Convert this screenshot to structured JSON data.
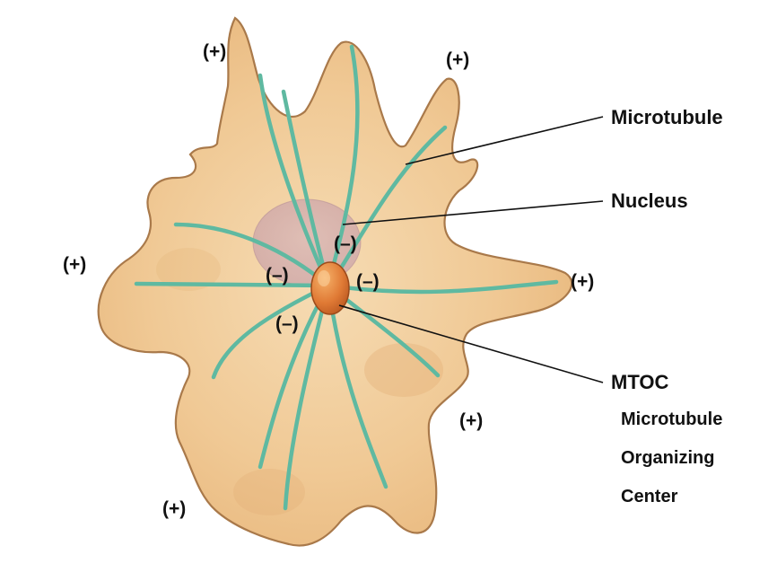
{
  "diagram": {
    "callouts": {
      "microtubule": "Microtubule",
      "nucleus": "Nucleus",
      "mtoc": "MTOC",
      "mtoc_full": [
        "Microtubule",
        "Organizing",
        "Center"
      ]
    },
    "plus_ends": [
      "(+)",
      "(+)",
      "(+)",
      "(+)",
      "(+)",
      "(+)"
    ],
    "minus_ends": [
      "(–)",
      "(–)",
      "(–)",
      "(–)"
    ],
    "colors": {
      "cell_fill": "#f1cc9a",
      "cell_outline": "#a9794a",
      "microtubule": "#5fb9a1",
      "nucleus": "#c9a6b2",
      "mtoc": "#e2823c",
      "leader_line": "#111111"
    }
  }
}
